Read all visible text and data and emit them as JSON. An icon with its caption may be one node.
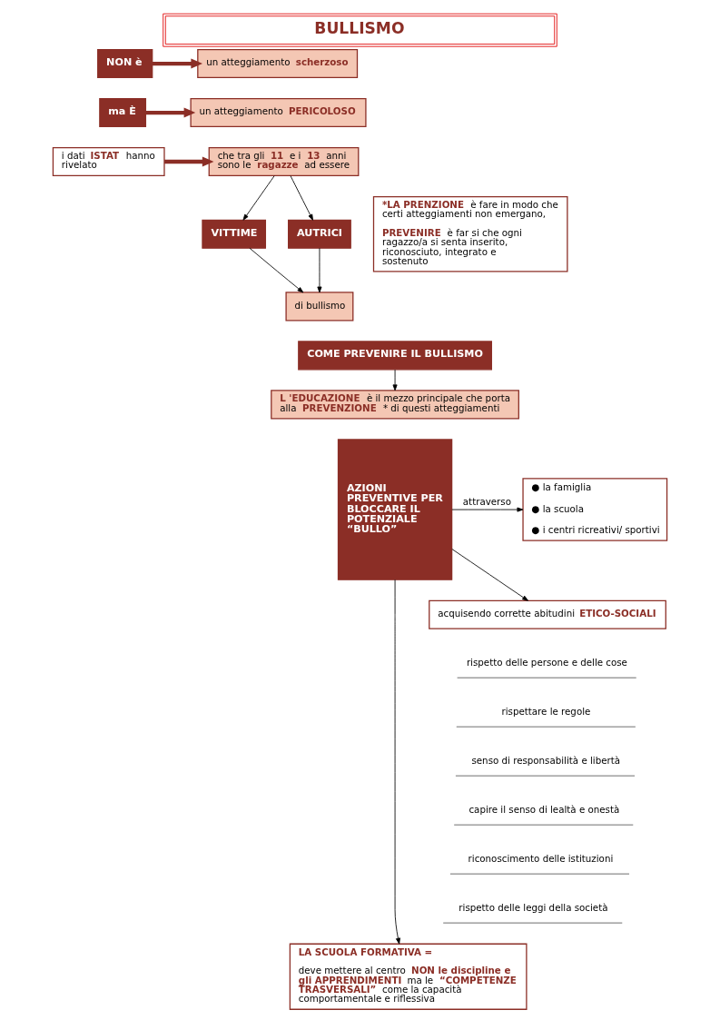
{
  "diagram": {
    "title": "BULLISMO",
    "nodes": [
      {
        "text": [
          "NON è"
        ]
      },
      {
        "text": [
          "un atteggiamento **scherzoso**"
        ]
      },
      {
        "text": [
          "ma È"
        ]
      },
      {
        "text": [
          "un atteggiamento **PERICOLOSO**"
        ]
      },
      {
        "text": [
          "i dati **ISTAT** hanno rivelato"
        ]
      },
      {
        "text": [
          "che tra gli **11** e i **13** anni sono le **ragazze** ad essere"
        ]
      },
      {
        "text": [
          "VITTIME"
        ]
      },
      {
        "text": [
          "AUTRICI"
        ]
      },
      {
        "text": [
          "di bullismo"
        ]
      },
      {
        "text": [
          "***LA PRENZIONE** è fare in modo che certi atteggiamenti non emergano,",
          "**PREVENIRE** è far si che ogni ragazzo/a si senta inserito, riconosciuto, integrato e sostenuto"
        ]
      },
      {
        "text": [
          "COME PREVENIRE IL BULLISMO"
        ]
      },
      {
        "text": [
          "**L 'EDUCAZIONE** è il mezzo principale che porta alla **PREVENZIONE*** di questi atteggiamenti"
        ]
      },
      {
        "text": [
          "AZIONI PREVENTIVE PER BLOCCARE IL POTENZIALE “BULLO”"
        ]
      },
      {
        "text": [
          "● la famiglia",
          "● la scuola",
          "● i centri ricreativi/ sportivi"
        ]
      },
      {
        "text": [
          "acquisendo corrette abitudini **ETICO-SOCIALI**"
        ]
      },
      {
        "text": [
          "rispetto delle persone e delle cose"
        ]
      },
      {
        "text": [
          "rispettare le regole"
        ]
      },
      {
        "text": [
          "senso di responsabilità e libertà"
        ]
      },
      {
        "text": [
          "capire il senso di lealtà e onestà"
        ]
      },
      {
        "text": [
          "riconoscimento delle istituzioni"
        ]
      },
      {
        "text": [
          "rispetto delle leggi della società"
        ]
      },
      {
        "text": [
          "**LA SCUOLA FORMATIVA =**",
          "deve mettere al centro **NON le discipline e gli APPRENDIMENTI** ma le **“COMPETENZE TRASVERSALI”** come la capacità comportamentale e riflessiva"
        ]
      }
    ],
    "edges": [
      {
        "from": 0,
        "to": 1,
        "arrow": "to",
        "style": "thick",
        "color": "#8b2e26"
      },
      {
        "from": 2,
        "to": 3,
        "arrow": "to",
        "style": "thick",
        "color": "#8b2e26"
      },
      {
        "from": 4,
        "to": 5,
        "arrow": "to",
        "style": "thick",
        "color": "#8b2e26"
      },
      {
        "from": 5,
        "to": 6,
        "arrow": "to"
      },
      {
        "from": 5,
        "to": 7,
        "arrow": "to"
      },
      {
        "from": 6,
        "to": 8,
        "arrow": "to"
      },
      {
        "from": 7,
        "to": 8,
        "arrow": "to"
      },
      {
        "from": 10,
        "to": 11,
        "arrow": "to"
      },
      {
        "from": 12,
        "to": 13,
        "arrow": "to",
        "label": "attraverso"
      },
      {
        "from": 12,
        "to": 14,
        "arrow": "to"
      },
      {
        "from": 12,
        "to": 21,
        "arrow": "to"
      }
    ]
  }
}
